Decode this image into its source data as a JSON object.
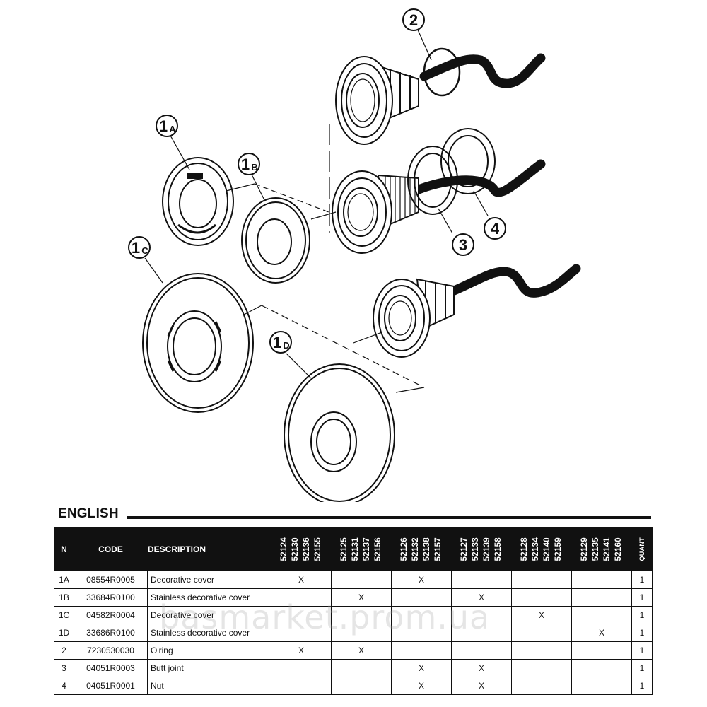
{
  "callouts": {
    "c2": {
      "num": "2",
      "sub": ""
    },
    "c1a": {
      "num": "1",
      "sub": "A"
    },
    "c1b": {
      "num": "1",
      "sub": "B"
    },
    "c1c": {
      "num": "1",
      "sub": "C"
    },
    "c1d": {
      "num": "1",
      "sub": "D"
    },
    "c3": {
      "num": "3",
      "sub": ""
    },
    "c4": {
      "num": "4",
      "sub": ""
    }
  },
  "section_title": "ENGLISH",
  "table": {
    "headers": {
      "n": "N",
      "code": "CODE",
      "description": "DESCRIPTION",
      "groups": [
        [
          "52124",
          "52130",
          "52136",
          "52155"
        ],
        [
          "52125",
          "52131",
          "52137",
          "52156"
        ],
        [
          "52126",
          "52132",
          "52138",
          "52157"
        ],
        [
          "52127",
          "52133",
          "52139",
          "52158"
        ],
        [
          "52128",
          "52134",
          "52140",
          "52159"
        ],
        [
          "52129",
          "52135",
          "52141",
          "52160"
        ]
      ],
      "quant": "QUANT"
    },
    "rows": [
      {
        "n": "1A",
        "code": "08554R0005",
        "desc": "Decorative cover",
        "marks": [
          "X",
          "",
          "X",
          "",
          "",
          ""
        ],
        "qty": "1"
      },
      {
        "n": "1B",
        "code": "33684R0100",
        "desc": "Stainless decorative cover",
        "marks": [
          "",
          "X",
          "",
          "X",
          "",
          ""
        ],
        "qty": "1"
      },
      {
        "n": "1C",
        "code": "04582R0004",
        "desc": "Decorative cover",
        "marks": [
          "",
          "",
          "",
          "",
          "X",
          ""
        ],
        "qty": "1"
      },
      {
        "n": "1D",
        "code": "33686R0100",
        "desc": "Stainless decorative cover",
        "marks": [
          "",
          "",
          "",
          "",
          "",
          "X"
        ],
        "qty": "1"
      },
      {
        "n": "2",
        "code": "7230530030",
        "desc": "O'ring",
        "marks": [
          "X",
          "X",
          "",
          "",
          "",
          ""
        ],
        "qty": "1"
      },
      {
        "n": "3",
        "code": "04051R0003",
        "desc": "Butt joint",
        "marks": [
          "",
          "",
          "X",
          "X",
          "",
          ""
        ],
        "qty": "1"
      },
      {
        "n": "4",
        "code": "04051R0001",
        "desc": "Nut",
        "marks": [
          "",
          "",
          "X",
          "X",
          "",
          ""
        ],
        "qty": "1"
      }
    ]
  },
  "watermark": "basmarket.prom.ua"
}
